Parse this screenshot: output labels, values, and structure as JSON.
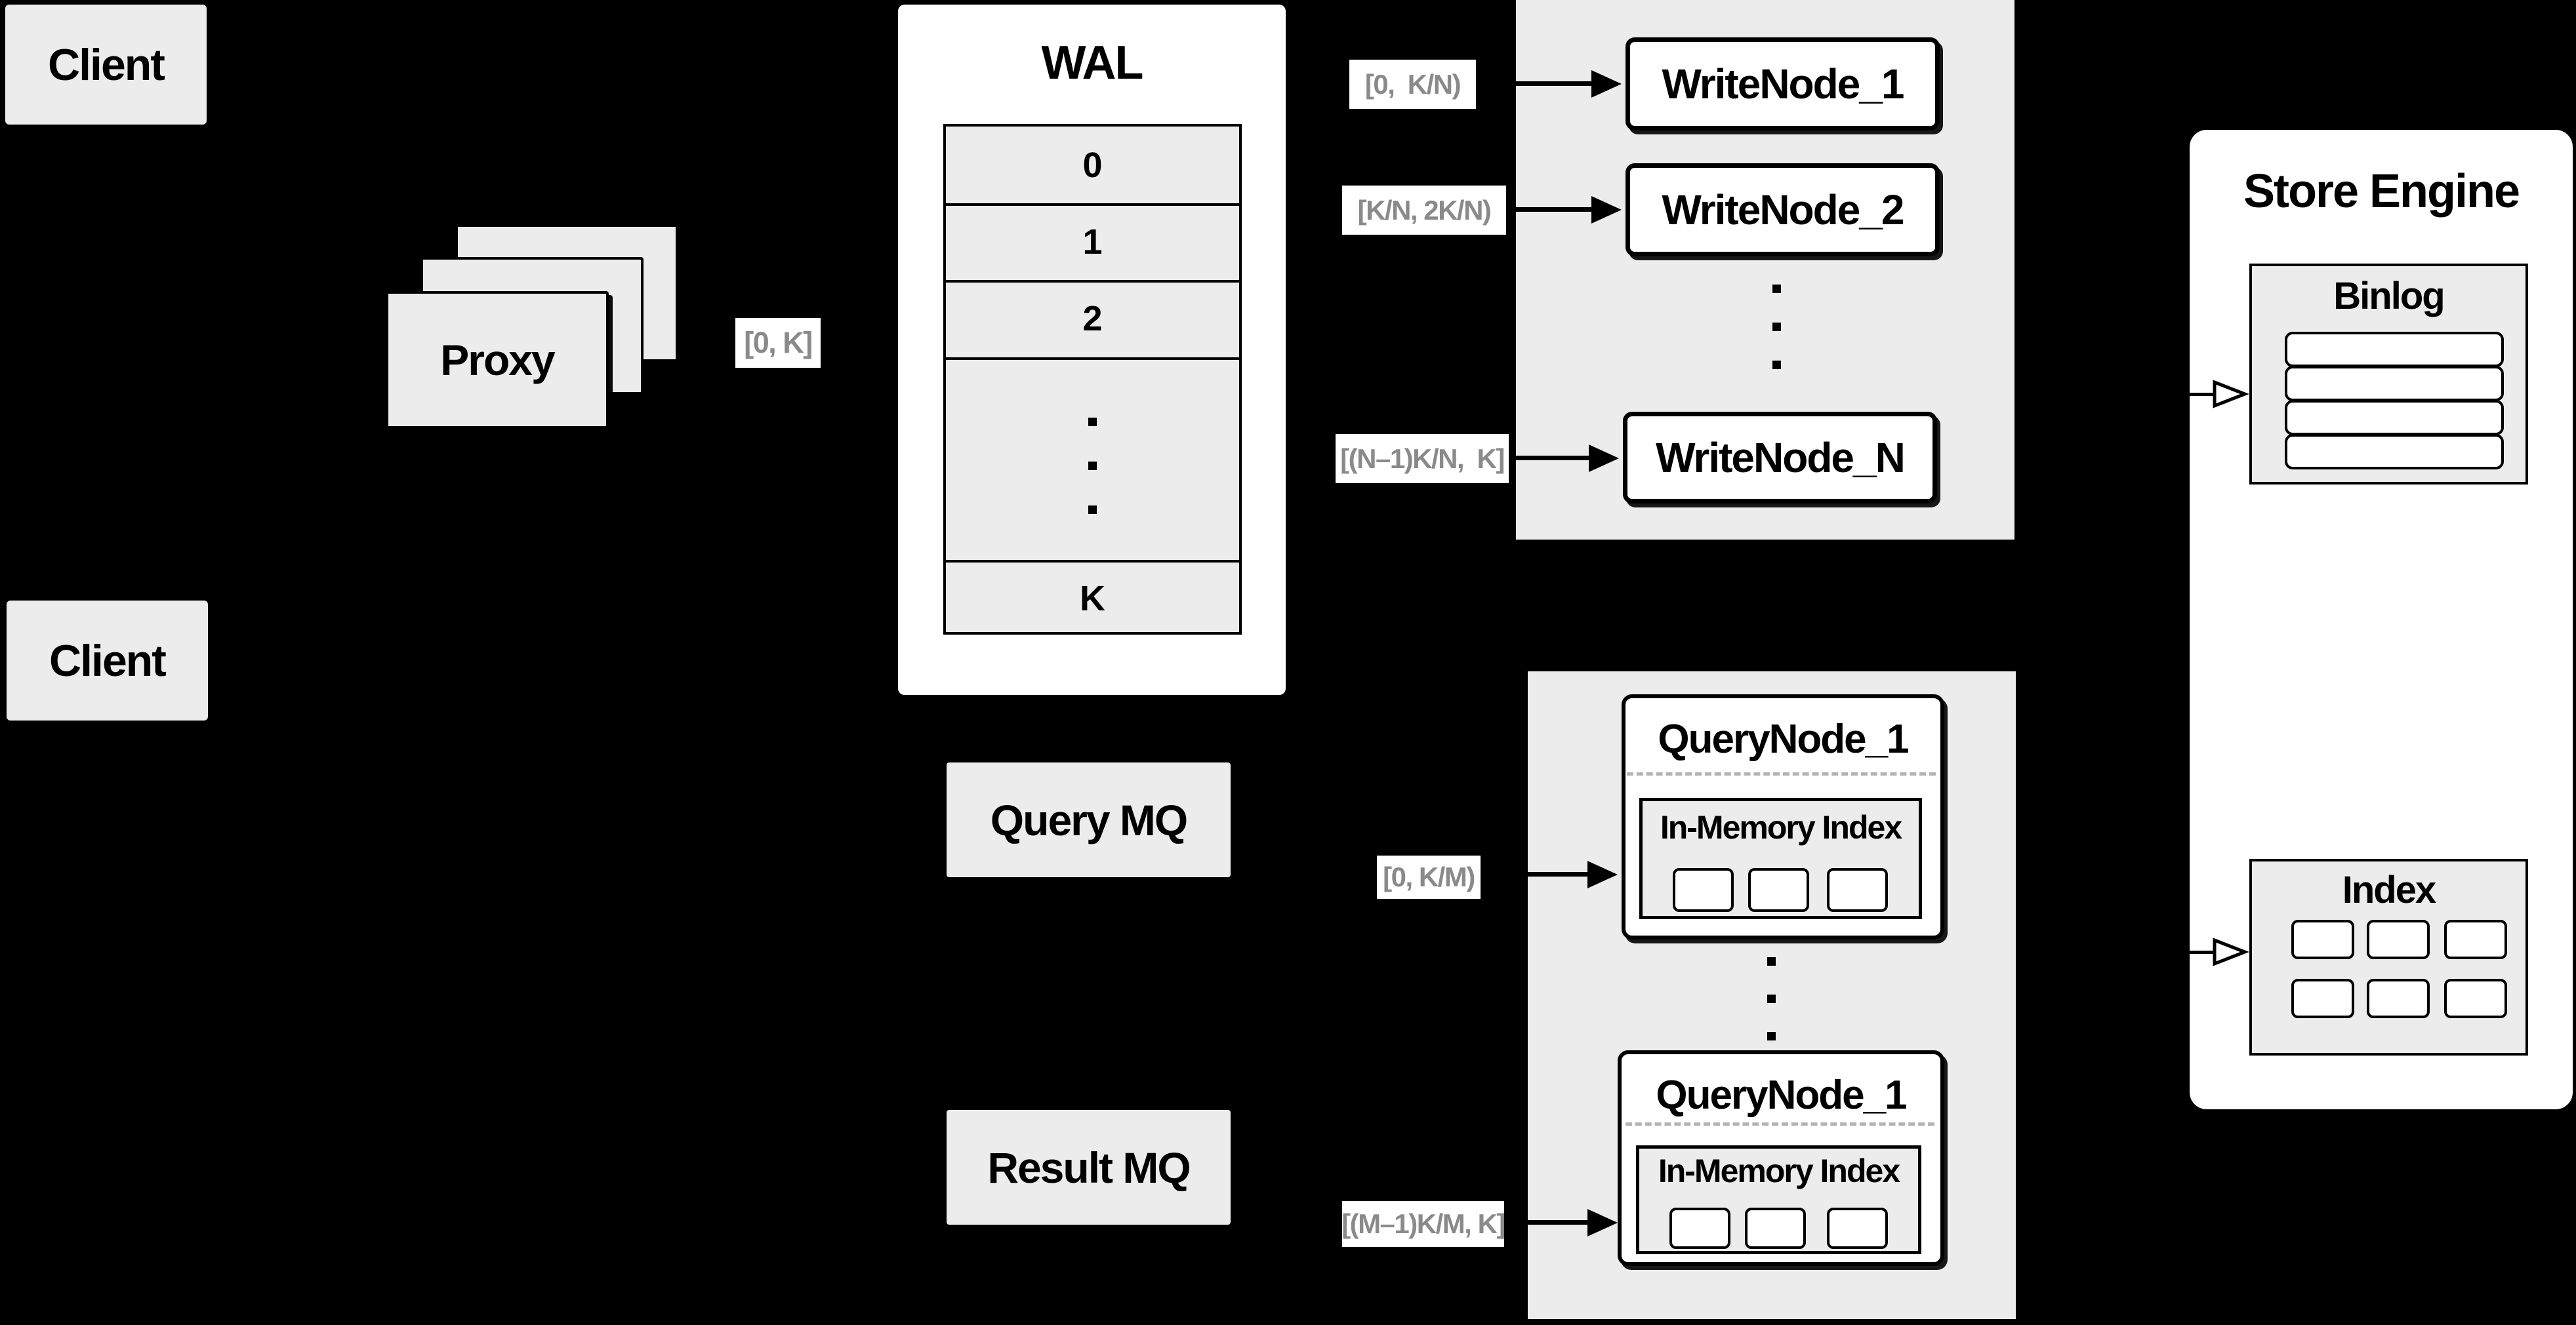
{
  "colors": {
    "background": "#000000",
    "panel_gray": "#ececec",
    "box_white": "#ffffff",
    "outline": "#000000",
    "range_label_text": "#8a8a8a"
  },
  "clients": {
    "top_label": "Client",
    "bottom_label": "Client"
  },
  "proxy": {
    "label": "Proxy",
    "range": "[0, K]"
  },
  "wal": {
    "title": "WAL",
    "rows": [
      "0",
      "1",
      "2",
      "K"
    ]
  },
  "write_section": {
    "node_1": {
      "label": "WriteNode_1",
      "range": "[0,  K/N)"
    },
    "node_2": {
      "label": "WriteNode_2",
      "range": "[K/N, 2K/N)"
    },
    "node_n": {
      "label": "WriteNode_N",
      "range": "[(N–1)K/N,  K]"
    }
  },
  "mq": {
    "query_label": "Query MQ",
    "result_label": "Result MQ"
  },
  "query_section": {
    "node_top": {
      "label": "QueryNode_1",
      "inner_title": "In-Memory Index",
      "range": "[0, K/M)"
    },
    "node_bottom": {
      "label": "QueryNode_1",
      "inner_title": "In-Memory Index",
      "range": "[(M–1)K/M, K]"
    }
  },
  "store_engine": {
    "title": "Store Engine",
    "binlog_title": "Binlog",
    "index_title": "Index"
  }
}
